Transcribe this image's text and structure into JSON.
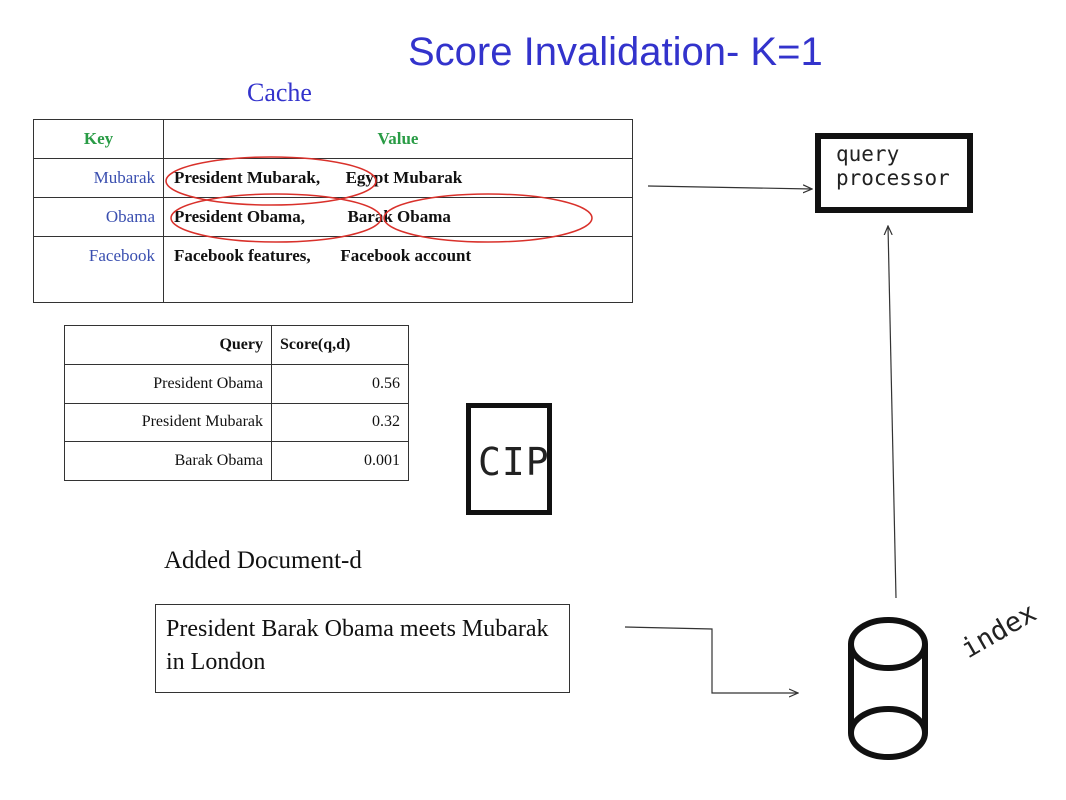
{
  "title": "Score Invalidation- K=1",
  "cache": {
    "label": "Cache",
    "headers": [
      "Key",
      "Value"
    ],
    "rows": [
      {
        "key": "Mubarak",
        "value": "President Mubarak,      Egypt Mubarak"
      },
      {
        "key": "Obama",
        "value": "President Obama,          Barak Obama"
      },
      {
        "key": "Facebook",
        "value": "Facebook features,       Facebook account"
      },
      {
        "key": "",
        "value": ""
      }
    ]
  },
  "score_table": {
    "headers": [
      "Query",
      "Score(q,d)"
    ],
    "rows": [
      {
        "query": "President Obama",
        "score": "0.56"
      },
      {
        "query": "President Mubarak",
        "score": "0.32"
      },
      {
        "query": "Barak Obama",
        "score": "0.001"
      }
    ]
  },
  "added_document": {
    "label": "Added Document-d",
    "text": "President Barak Obama meets Mubarak in London"
  },
  "components": {
    "query_processor": "query processor",
    "cip": "CIP",
    "index": "index"
  },
  "colors": {
    "title": "#3333cc",
    "key_header": "#2a9c46",
    "key_text": "#3a4fb0",
    "highlight_circle": "#d9312b"
  }
}
